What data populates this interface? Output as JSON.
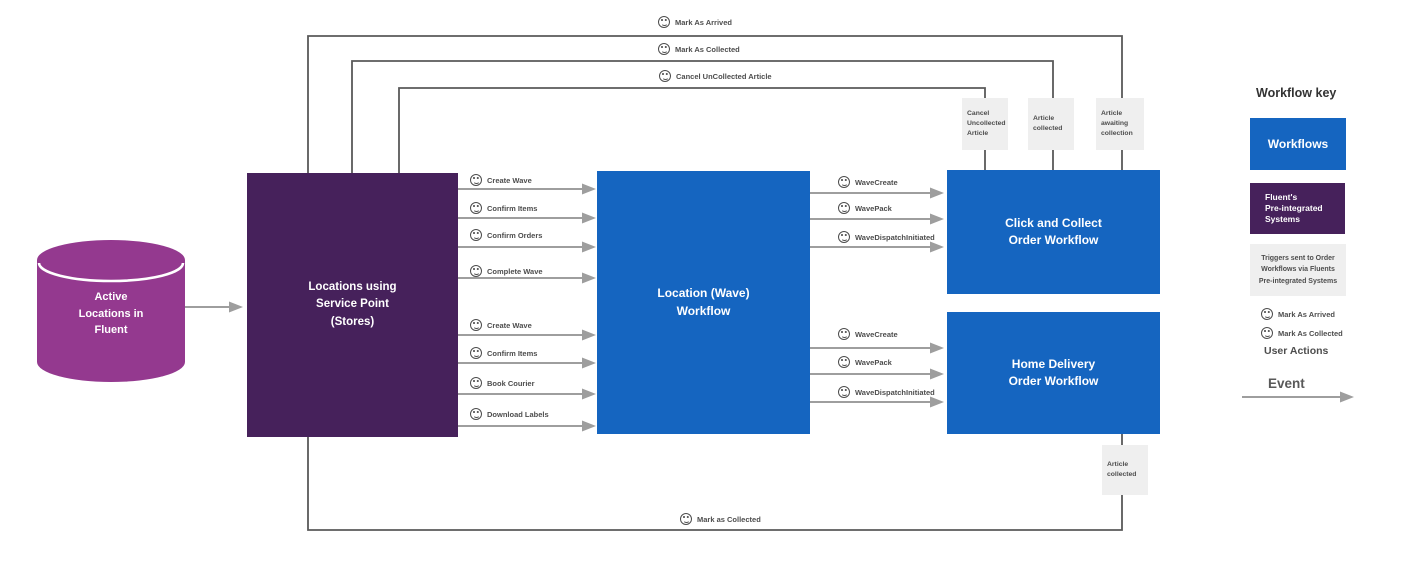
{
  "colors": {
    "workflow_blue": "#1565C0",
    "fluent_purple": "#46215B",
    "cylinder_purple": "#94398F",
    "trigger_gray": "#EFEFEF",
    "line_dark": "#595959",
    "arrow_gray": "#9E9E9E"
  },
  "nodes": {
    "cylinder": "Active\nLocations in\nFluent",
    "stores": "Locations using\nService Point\n(Stores)",
    "wave": "Location (Wave)\nWorkflow",
    "click_collect": "Click and Collect\nOrder Workflow",
    "home_delivery": "Home Delivery\nOrder Workflow"
  },
  "top_events": [
    "Mark As Arrived",
    "Mark As Collected",
    "Cancel UnCollected Article"
  ],
  "bottom_event": "Mark as Collected",
  "triggers": {
    "cancel_uncollected": "Cancel\nUncollected\nArticle",
    "article_collected": "Article\ncollected",
    "article_awaiting": "Article\nawaiting\ncollection",
    "article_collected_hd": "Article\ncollected"
  },
  "store_actions_wave1": [
    "Create Wave",
    "Confirm Items",
    "Confirm Orders",
    "Complete Wave"
  ],
  "store_actions_wave2": [
    "Create Wave",
    "Confirm Items",
    "Book Courier",
    "Download Labels"
  ],
  "wave_events_cc": [
    "WaveCreate",
    "WavePack",
    "WaveDispatchInitiated"
  ],
  "wave_events_hd": [
    "WaveCreate",
    "WavePack",
    "WaveDispatchInitiated"
  ],
  "legend": {
    "title": "Workflow key",
    "workflows": "Workflows",
    "fluent": "Fluent's\nPre-integrated\nSystems",
    "triggers": "Triggers sent to Order\nWorkflows via Fluents\nPre-integrated Systems",
    "user_action_1": "Mark As Arrived",
    "user_action_2": "Mark As Collected",
    "user_actions_title": "User Actions",
    "event": "Event"
  }
}
